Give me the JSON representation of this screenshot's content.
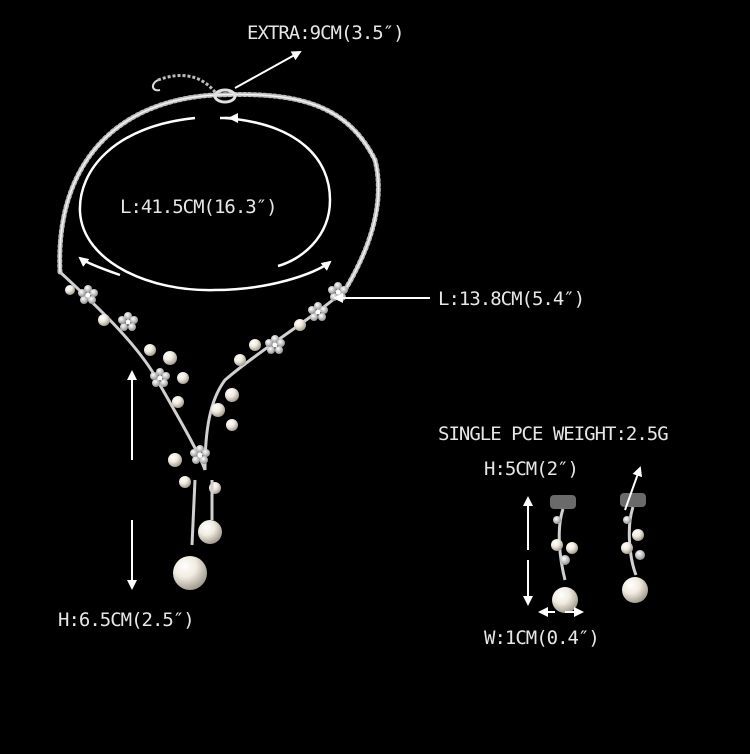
{
  "image": {
    "subject": "Pearl rhinestone Y-drop necklace and matching drop earrings with dimension annotations",
    "background_color": "#000000",
    "metal_color": "#d9d9d9",
    "pearl_color": "#f1ebdf"
  },
  "labels": {
    "extra": "EXTRA:9CM(3.5″)",
    "necklace_length": "L:41.5CM(16.3″)",
    "chain_length": "L:13.8CM(5.4″)",
    "pendant_height": "H:6.5CM(2.5″)",
    "single_weight": "SINGLE PCE WEIGHT:2.5G",
    "earring_height": "H:5CM(2″)",
    "earring_width": "W:1CM(0.4″)"
  }
}
